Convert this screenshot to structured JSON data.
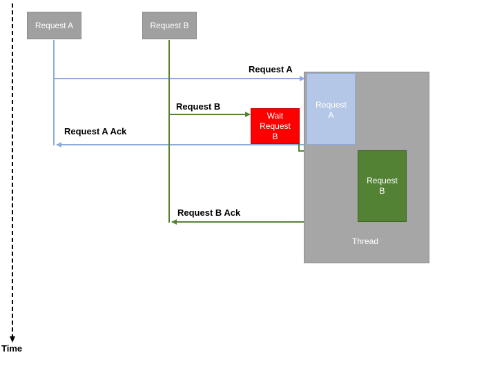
{
  "colors": {
    "flow_a": "#8eaadb",
    "flow_b": "#548235",
    "wait": "#ff0000",
    "exec_a": "#b4c7e7",
    "exec_b": "#548235",
    "thread": "#a6a6a6",
    "request_box": "#a0a0a0"
  },
  "requests": {
    "a": "Request A",
    "b": "Request B"
  },
  "arrows": {
    "request_a": "Request A",
    "request_b": "Request B",
    "request_a_ack": "Request A Ack",
    "request_b_ack": "Request B Ack"
  },
  "wait_box": "Wait\nRequest\nB",
  "thread": {
    "label": "Thread",
    "exec_a": "Request\nA",
    "exec_b": "Request\nB"
  },
  "time_axis": {
    "label": "Time"
  }
}
